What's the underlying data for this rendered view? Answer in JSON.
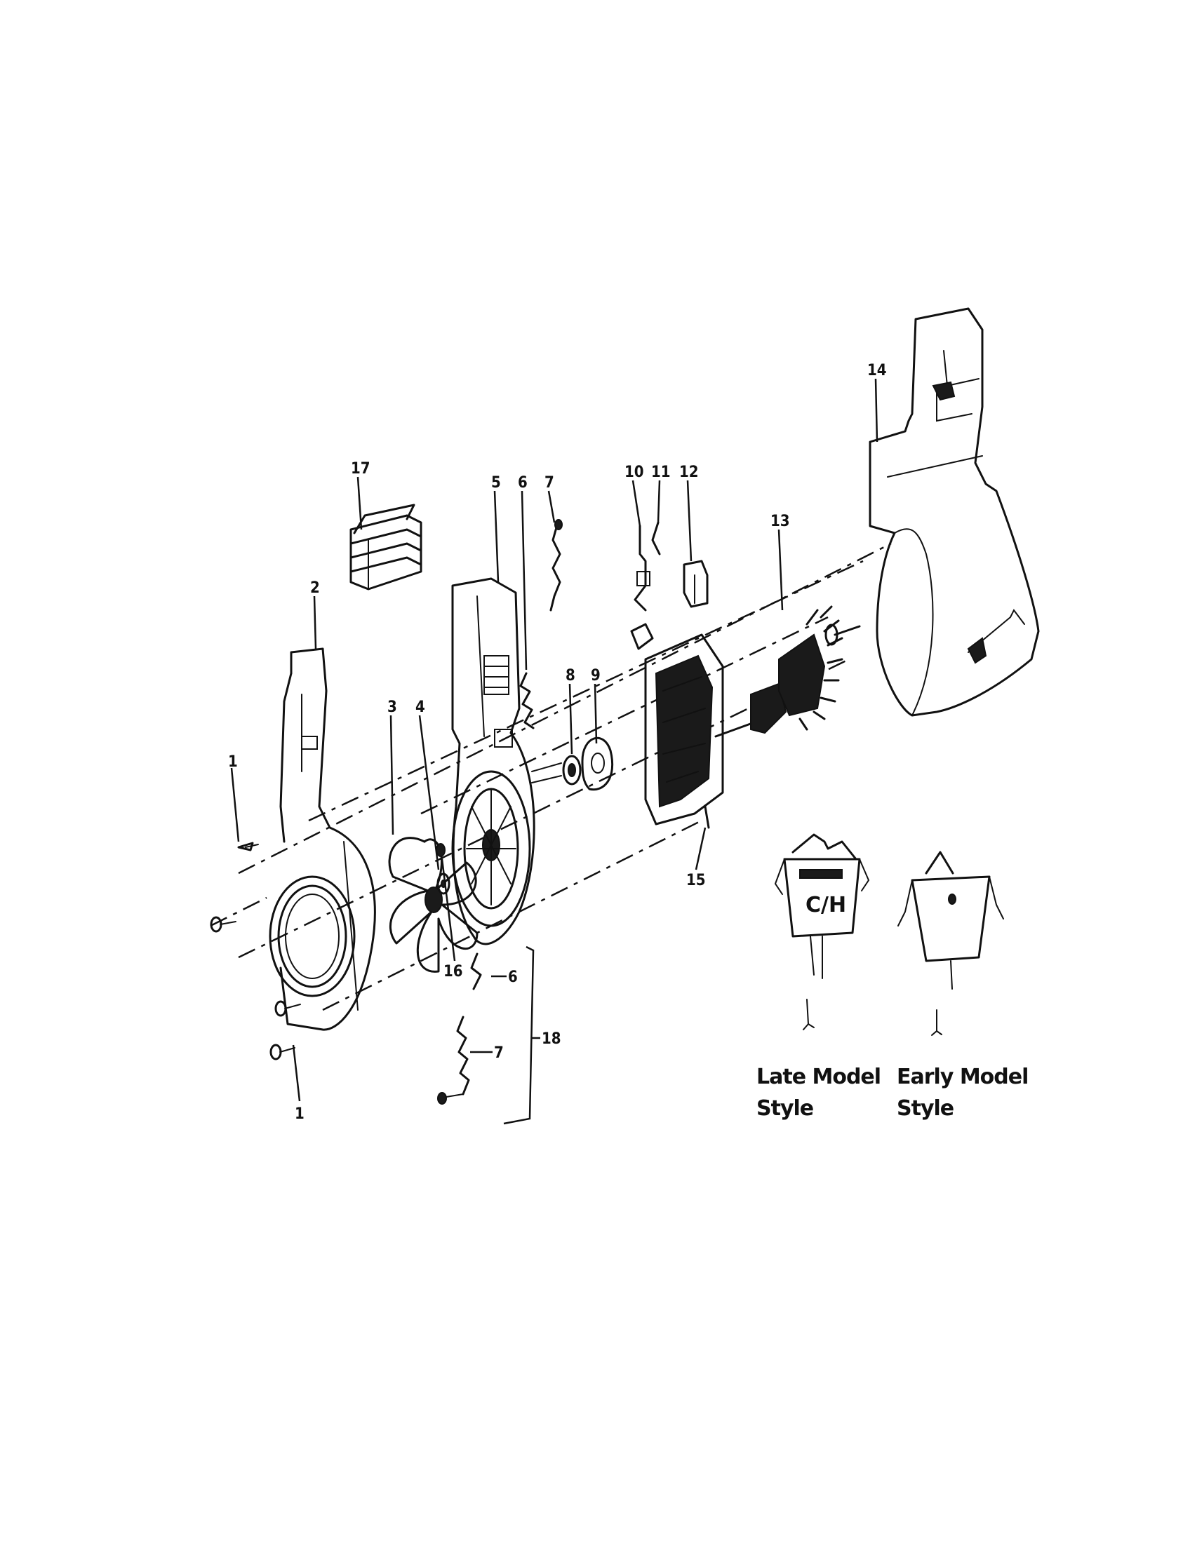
{
  "callouts": {
    "c1_top": "1",
    "c1_bottom": "1",
    "c2": "2",
    "c3": "3",
    "c4": "4",
    "c5": "5",
    "c6_top": "6",
    "c7_top": "7",
    "c8": "8",
    "c9": "9",
    "c10": "10",
    "c11": "11",
    "c12": "12",
    "c13": "13",
    "c14": "14",
    "c15": "15",
    "c16": "16",
    "c17": "17",
    "c6_bottom": "6",
    "c7_bottom": "7",
    "c18": "18"
  },
  "switches": {
    "late": {
      "line1": "Late Model",
      "line2": "Style",
      "mark": "C/H"
    },
    "early": {
      "line1": "Early Model",
      "line2": "Style"
    }
  }
}
